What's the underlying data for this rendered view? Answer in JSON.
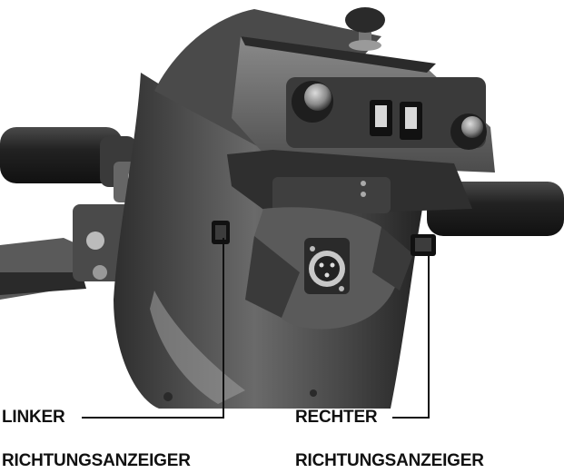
{
  "labels": {
    "left_indicator_line1": "LINKER",
    "left_indicator_line2": "RICHTUNGSANZEIGER",
    "right_indicator_line1": "RECHTER",
    "right_indicator_line2": "RICHTUNGSANZEIGER"
  },
  "colors": {
    "background": "#ffffff",
    "body_dark": "#3a3a3a",
    "body_mid": "#6e6e6e",
    "grip": "#262626",
    "text": "#111111"
  },
  "icons": [
    "joystick-knob-icon",
    "dial-knob-icon",
    "rocker-switch-icon",
    "xlr-socket-icon"
  ]
}
